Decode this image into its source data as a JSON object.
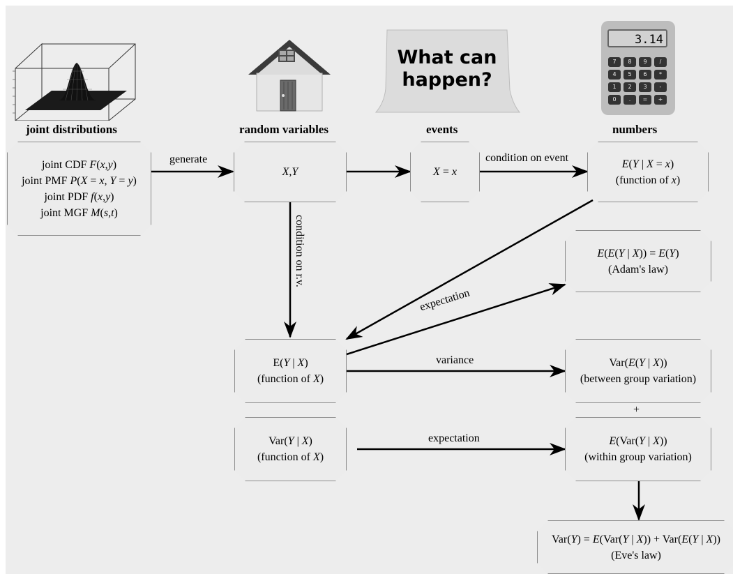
{
  "headings": {
    "joint": "joint distributions",
    "rv": "random variables",
    "events": "events",
    "numbers": "numbers"
  },
  "sticky_note": {
    "line1": "What can",
    "line2": "happen?"
  },
  "calculator": {
    "display": "3.14",
    "keys": [
      "7",
      "8",
      "9",
      "/",
      "4",
      "5",
      "6",
      "*",
      "1",
      "2",
      "3",
      "-",
      "0",
      ".",
      "=",
      "+"
    ]
  },
  "boxes": {
    "joint": {
      "line1": "joint CDF F(x,y)",
      "line2": "joint PMF P(X = x, Y = y)",
      "line3": "joint PDF f(x,y)",
      "line4": "joint MGF M(s,t)"
    },
    "xy": {
      "line1": "X,Y"
    },
    "event": {
      "line1": "X = x"
    },
    "cond_exp_x": {
      "line1": "E(Y | X = x)",
      "line2": "(function of x)"
    },
    "adam": {
      "line1": "E(E(Y | X)) = E(Y)",
      "line2": "(Adam's law)"
    },
    "e_y_given_x": {
      "line1": "E(Y | X)",
      "line2": "(function of X)"
    },
    "var_between": {
      "line1": "Var(E(Y | X))",
      "line2": "(between group variation)"
    },
    "var_y_given_x": {
      "line1": "Var(Y | X)",
      "line2": "(function of X)"
    },
    "var_within": {
      "line1": "E(Var(Y | X))",
      "line2": "(within group variation)"
    },
    "eve": {
      "line1": "Var(Y) = E(Var(Y | X)) + Var(E(Y | X))",
      "line2": "(Eve's law)"
    }
  },
  "edge_labels": {
    "generate": "generate",
    "condition_event": "condition on event",
    "condition_rv": "condition on r.v.",
    "expectation_adam": "expectation",
    "variance": "variance",
    "expectation_within": "expectation",
    "plus": "+"
  }
}
